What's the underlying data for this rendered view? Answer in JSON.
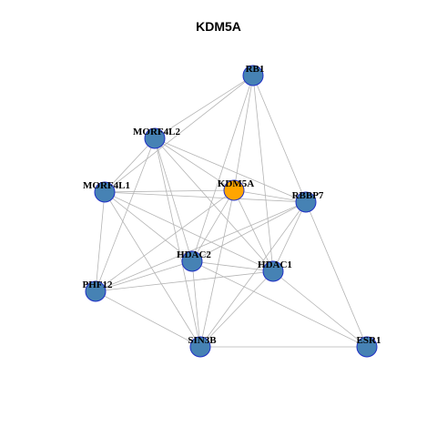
{
  "title": "KDM5A",
  "colors": {
    "node": "#4682b4",
    "focus_node": "#ffa500",
    "node_border": "#1f2fc6",
    "edge": "#b4b4b4"
  },
  "nodes": [
    {
      "id": "RB1",
      "label": "RB1",
      "focus": false
    },
    {
      "id": "MORF4L2",
      "label": "MORF4L2",
      "focus": false
    },
    {
      "id": "MORF4L1",
      "label": "MORF4L1",
      "focus": false
    },
    {
      "id": "KDM5A",
      "label": "KDM5A",
      "focus": true
    },
    {
      "id": "RBBP7",
      "label": "RBBP7",
      "focus": false
    },
    {
      "id": "HDAC2",
      "label": "HDAC2",
      "focus": false
    },
    {
      "id": "HDAC1",
      "label": "HDAC1",
      "focus": false
    },
    {
      "id": "PHF12",
      "label": "PHF12",
      "focus": false
    },
    {
      "id": "SIN3B",
      "label": "SIN3B",
      "focus": false
    },
    {
      "id": "ESR1",
      "label": "ESR1",
      "focus": false
    }
  ],
  "edges": [
    [
      "RB1",
      "MORF4L2"
    ],
    [
      "RB1",
      "MORF4L1"
    ],
    [
      "RB1",
      "KDM5A"
    ],
    [
      "RB1",
      "RBBP7"
    ],
    [
      "RB1",
      "HDAC2"
    ],
    [
      "RB1",
      "HDAC1"
    ],
    [
      "MORF4L2",
      "MORF4L1"
    ],
    [
      "MORF4L2",
      "KDM5A"
    ],
    [
      "MORF4L2",
      "RBBP7"
    ],
    [
      "MORF4L2",
      "HDAC2"
    ],
    [
      "MORF4L2",
      "HDAC1"
    ],
    [
      "MORF4L2",
      "SIN3B"
    ],
    [
      "MORF4L2",
      "PHF12"
    ],
    [
      "MORF4L1",
      "KDM5A"
    ],
    [
      "MORF4L1",
      "RBBP7"
    ],
    [
      "MORF4L1",
      "HDAC2"
    ],
    [
      "MORF4L1",
      "HDAC1"
    ],
    [
      "MORF4L1",
      "PHF12"
    ],
    [
      "MORF4L1",
      "SIN3B"
    ],
    [
      "KDM5A",
      "RBBP7"
    ],
    [
      "KDM5A",
      "HDAC2"
    ],
    [
      "KDM5A",
      "HDAC1"
    ],
    [
      "KDM5A",
      "SIN3B"
    ],
    [
      "KDM5A",
      "PHF12"
    ],
    [
      "RBBP7",
      "HDAC2"
    ],
    [
      "RBBP7",
      "HDAC1"
    ],
    [
      "RBBP7",
      "SIN3B"
    ],
    [
      "RBBP7",
      "ESR1"
    ],
    [
      "RBBP7",
      "PHF12"
    ],
    [
      "HDAC2",
      "HDAC1"
    ],
    [
      "HDAC2",
      "PHF12"
    ],
    [
      "HDAC2",
      "SIN3B"
    ],
    [
      "HDAC2",
      "ESR1"
    ],
    [
      "HDAC1",
      "PHF12"
    ],
    [
      "HDAC1",
      "SIN3B"
    ],
    [
      "HDAC1",
      "ESR1"
    ],
    [
      "PHF12",
      "SIN3B"
    ],
    [
      "SIN3B",
      "ESR1"
    ]
  ]
}
